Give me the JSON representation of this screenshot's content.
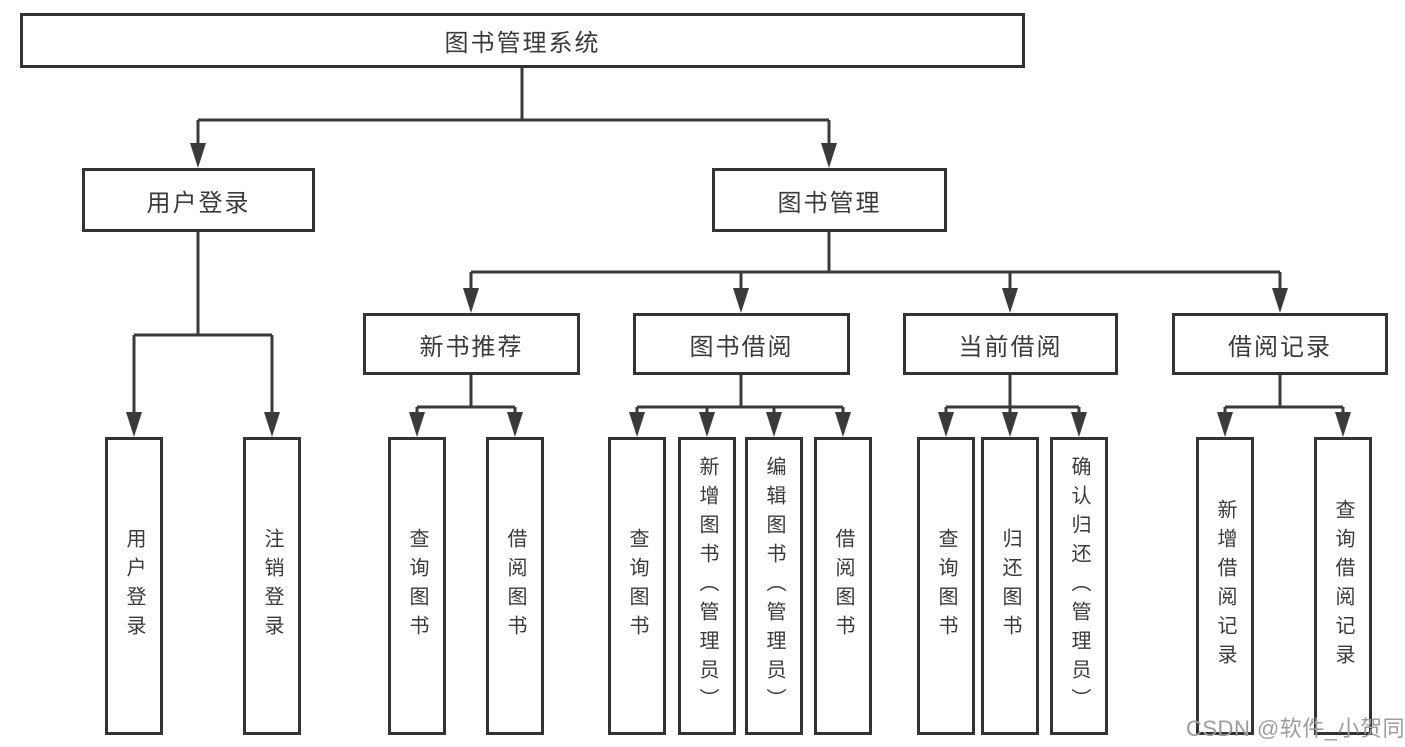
{
  "diagram": {
    "root": {
      "label": "图书管理系统"
    },
    "branches": [
      {
        "label": "用户登录",
        "children": [
          {
            "label": "用户登录"
          },
          {
            "label": "注销登录"
          }
        ]
      },
      {
        "label": "图书管理",
        "children": [
          {
            "label": "新书推荐",
            "children": [
              {
                "label": "查询图书"
              },
              {
                "label": "借阅图书"
              }
            ]
          },
          {
            "label": "图书借阅",
            "children": [
              {
                "label": "查询图书"
              },
              {
                "label": "新增图书（管理员）"
              },
              {
                "label": "编辑图书（管理员）"
              },
              {
                "label": "借阅图书"
              }
            ]
          },
          {
            "label": "当前借阅",
            "children": [
              {
                "label": "查询图书"
              },
              {
                "label": "归还图书"
              },
              {
                "label": "确认归还（管理员）"
              }
            ]
          },
          {
            "label": "借阅记录",
            "children": [
              {
                "label": "新增借阅记录"
              },
              {
                "label": "查询借阅记录"
              }
            ]
          }
        ]
      }
    ],
    "colors": {
      "line": "#3a3a3a",
      "box_border": "#333333",
      "box_fill": "#ffffff",
      "text": "#3a3a3a",
      "background": "#ffffff",
      "watermark": "#9c9c9c"
    }
  },
  "watermark": {
    "text": "CSDN @软件_小贺同学"
  }
}
